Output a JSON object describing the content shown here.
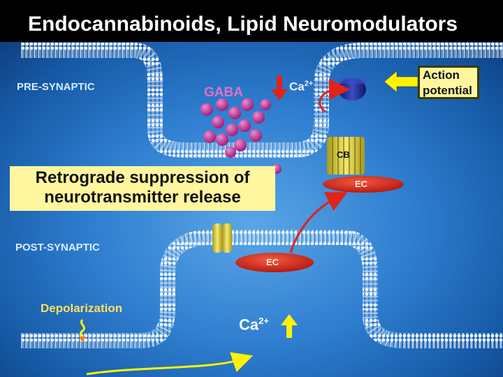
{
  "title": "Endocannabinoids, Lipid Neuromodulators",
  "labels": {
    "pre_synaptic": "PRE-SYNAPTIC",
    "post_synaptic": "POST-SYNAPTIC",
    "gaba": "GABA",
    "ca_top": "Ca",
    "ca_top_sup": "2+",
    "ca_bottom": "Ca",
    "ca_bottom_sup": "2+",
    "action_potential_line1": "Action",
    "action_potential_line2": "potential",
    "retrograde_line1": "Retrograde suppression of",
    "retrograde_line2": "neurotransmitter release",
    "cb1": "CB",
    "ec_upper": "EC",
    "ec_lower": "EC",
    "depolarization": "Depolarization"
  },
  "colors": {
    "background_center": "#5aa6e6",
    "background_edge": "#0e3f80",
    "title_text": "#ffffff",
    "region_label": "#d9ecff",
    "gaba_vesicles": "#b2318f",
    "ec_ellipse": "#d8261c",
    "arrow_red": "#e2231a",
    "arrow_yellow": "#fff200",
    "callout_fill": "#fff69e",
    "receptor_yellow": "#e6d84a",
    "channel_navy": "#1d2a8c"
  },
  "icons": {
    "ca_down_arrow": "red-down-arrow-icon",
    "ca_up_arrow": "yellow-up-arrow-icon",
    "action_arrow": "yellow-left-arrow-icon",
    "ec_arrow": "red-curved-arrow-icon",
    "depol_arrow": "squiggle-arrow-icon",
    "bottom_arrow": "yellow-curved-arrow-icon"
  }
}
